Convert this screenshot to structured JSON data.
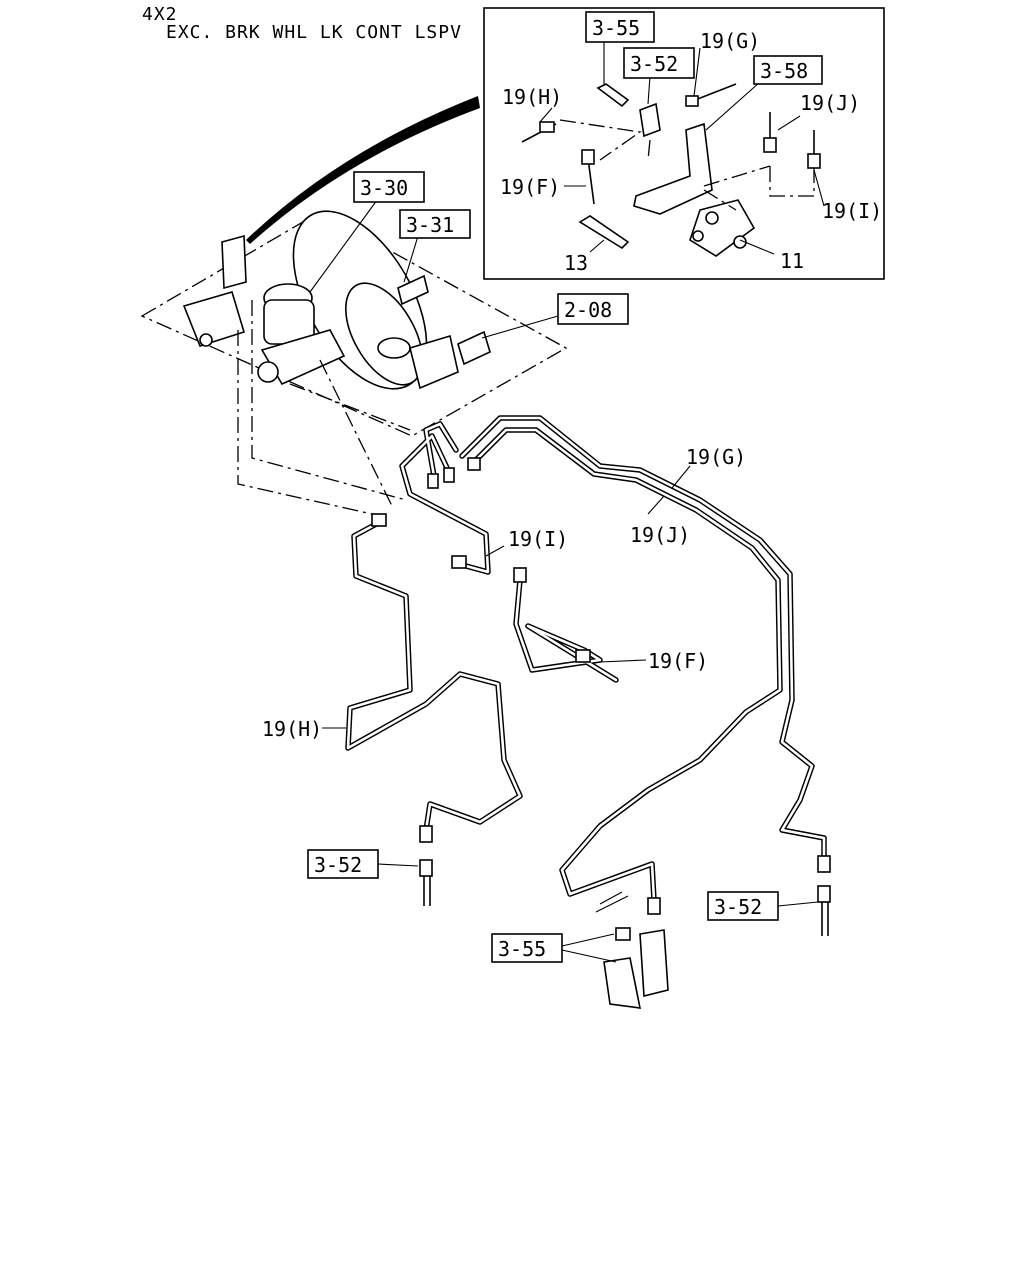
{
  "header": {
    "line1": "4X2",
    "line2": "EXC. BRK WHL LK CONT LSPV"
  },
  "refs": {
    "r355_inset": "3-55",
    "r352_inset": "3-52",
    "r358_inset": "3-58",
    "r330": "3-30",
    "r331": "3-31",
    "r208": "2-08",
    "r352_left": "3-52",
    "r352_right": "3-52",
    "r355_bottom": "3-55"
  },
  "labels": {
    "inset_19G": "19(G)",
    "inset_19H": "19(H)",
    "inset_19J": "19(J)",
    "inset_19F": "19(F)",
    "inset_19I": "19(I)",
    "inset_13": "13",
    "inset_11": "11",
    "main_19G": "19(G)",
    "main_19J": "19(J)",
    "main_19I": "19(I)",
    "main_19F": "19(F)",
    "main_19H": "19(H)"
  }
}
